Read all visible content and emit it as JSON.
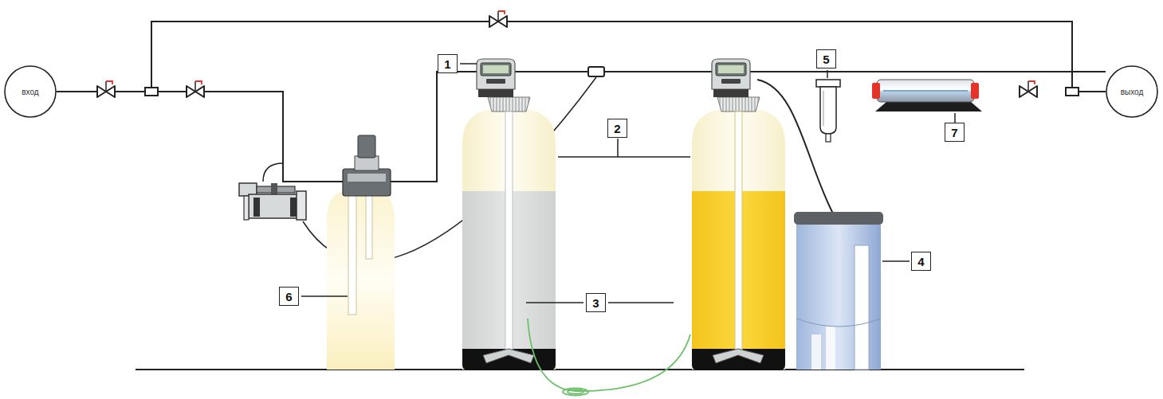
{
  "diagram": {
    "nodes": [
      {
        "text": [
          "вход"
        ]
      },
      {
        "text": [
          "выход"
        ]
      }
    ],
    "edges": [
      {
        "from": 0,
        "to": 1,
        "arrow": "none"
      }
    ],
    "labels": [
      "1",
      "2",
      "3",
      "4",
      "5",
      "6",
      "7"
    ]
  }
}
